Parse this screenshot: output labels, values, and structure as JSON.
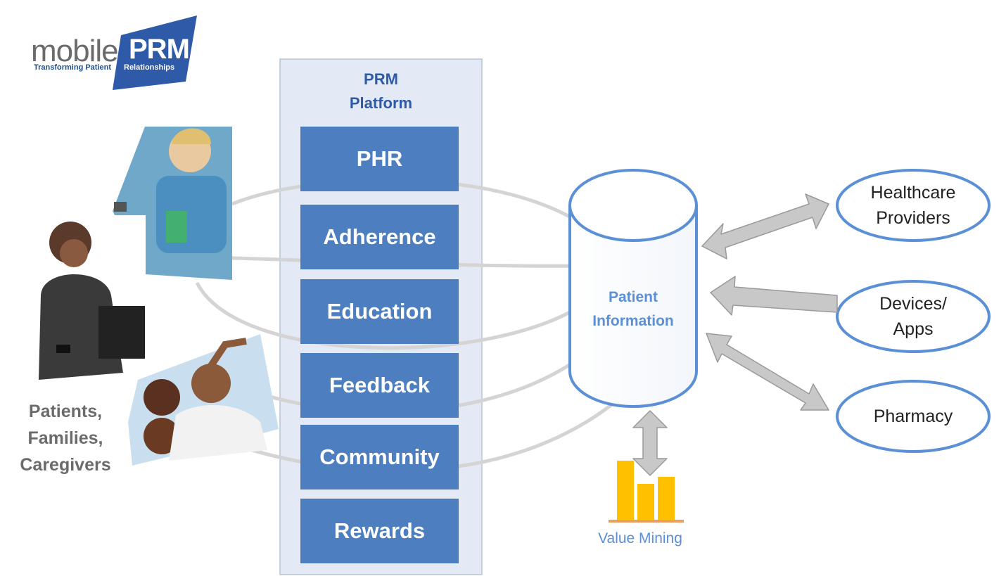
{
  "logo": {
    "word1": "mobile",
    "word2": "PRM",
    "tagline_part1": "Transforming Patient",
    "tagline_part2": "Relationships"
  },
  "platform": {
    "title_line1": "PRM",
    "title_line2": "Platform",
    "modules": [
      "PHR",
      "Adherence",
      "Education",
      "Feedback",
      "Community",
      "Rewards"
    ]
  },
  "repository": {
    "label_line1": "Patient",
    "label_line2": "Information"
  },
  "targets": [
    {
      "line1": "Healthcare",
      "line2": "Providers"
    },
    {
      "line1": "Devices/",
      "line2": "Apps"
    },
    {
      "line1": "Pharmacy",
      "line2": ""
    }
  ],
  "users": {
    "line1": "Patients,",
    "line2": "Families,",
    "line3": "Caregivers"
  },
  "analytics": {
    "label": "Value Mining"
  },
  "colors": {
    "module_fill": "#4d7ebf",
    "platform_panel": "#e3eaf5",
    "accent_blue": "#2e5aa8",
    "ellipse_stroke": "#5b8fd6",
    "arrow_fill": "#c8c8c8",
    "bar_fill": "#ffc000"
  },
  "icons": [
    "elderly-woman-photo",
    "man-with-laptop-photo",
    "family-photo",
    "bar-chart-icon",
    "double-arrow-icon"
  ]
}
